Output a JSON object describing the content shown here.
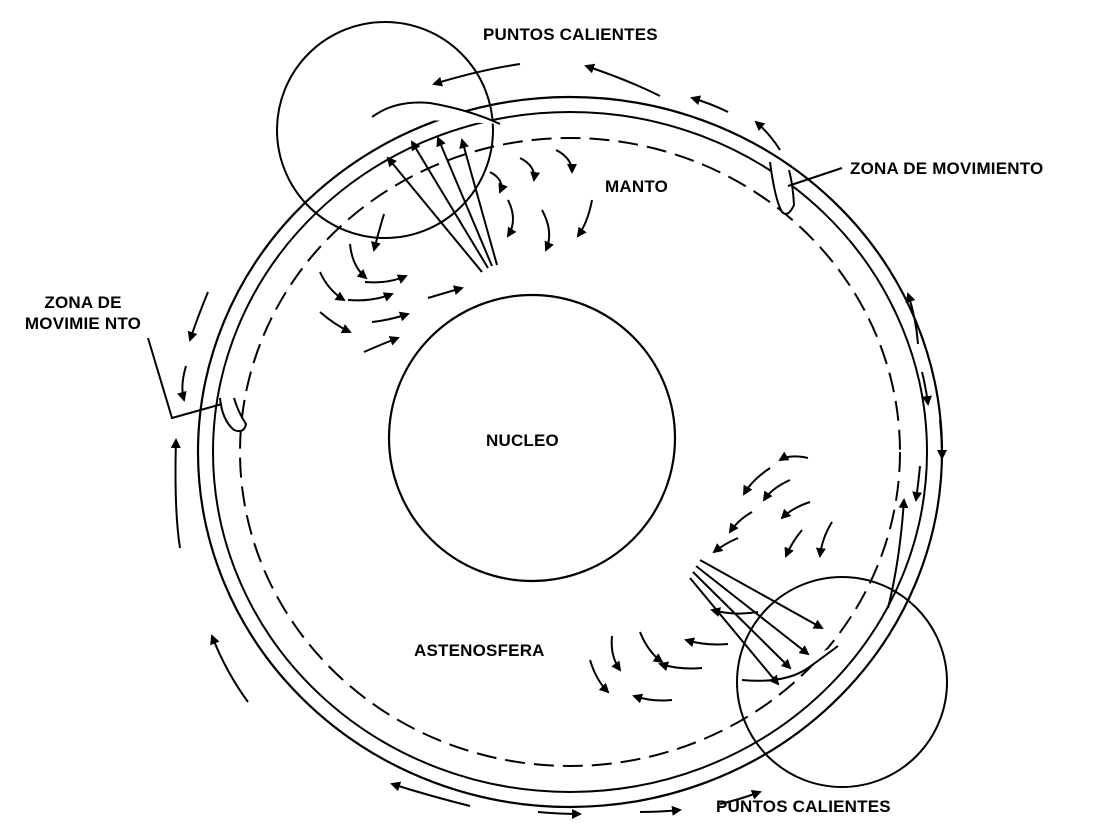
{
  "labels": {
    "hot_spots_top": "PUNTOS CALIENTES",
    "hot_spots_bottom": "PUNTOS CALIENTES",
    "zone_right": "ZONA DE MOVIMIENTO",
    "zone_left_line1": "ZONA DE",
    "zone_left_line2": "MOVIMIE NTO",
    "mantle": "MANTO",
    "core": "NUCLEO",
    "asthenosphere": "ASTENOSFERA"
  },
  "colors": {
    "ink": "#000000",
    "paper": "#ffffff"
  }
}
